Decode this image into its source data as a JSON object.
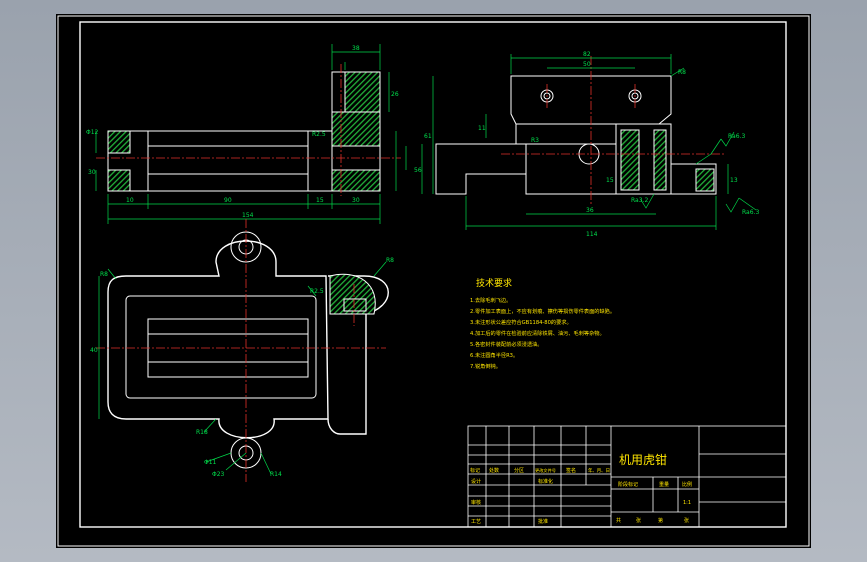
{
  "title_block": {
    "drawing_title": "机用虎钳",
    "scale_label": "比例",
    "scale_value": "1:1",
    "weight_label": "重量",
    "stage_label": "阶段标记",
    "sheet_total": "共",
    "sheet_unit": "张",
    "sheet_index": "第",
    "sheet_unit2": "张",
    "row_labels": [
      "标记",
      "处数",
      "分区",
      "更改文件号",
      "签名",
      "年、月、日"
    ],
    "design_label": "设计",
    "standard_label": "标准化",
    "review_label": "审核",
    "process_label": "工艺",
    "approve_label": "批准"
  },
  "tech_requirements": {
    "heading": "技术要求",
    "items": [
      "1.去除毛刺飞边。",
      "2.零件加工表面上，不应有划痕、擦伤等损伤零件表面的缺陷。",
      "3.未注形状公差应符合GB1184-80的要求。",
      "4.加工后的零件在检验前应清除铁屑、油污、毛刺等杂物。",
      "5.各密封件装配前必须浸透油。",
      "6.未注圆角半径R3。",
      "7.锐角倒钝。"
    ]
  },
  "dimensions": {
    "top_left_overall": "154",
    "top_left_mid": "90",
    "top_left_10": "10",
    "top_left_15": "15",
    "top_left_30": "30",
    "top_left_38": "38",
    "top_left_26": "26",
    "top_left_h30": "30",
    "top_left_phi": "Φ12",
    "top_left_r": "R2.5",
    "top_right_82": "82",
    "top_right_50": "50",
    "top_right_r8": "R8",
    "top_right_r3": "R3",
    "top_right_11": "11",
    "top_right_61": "61",
    "top_right_56": "56",
    "top_right_36": "36",
    "top_right_114": "114",
    "top_right_15": "15",
    "top_right_13": "13",
    "rough_ra63": "Ra6.3",
    "rough_ra32": "Ra3.2",
    "rough_ra63b": "Ra6.3",
    "bottom_r8": "R8",
    "bottom_r8b": "R8",
    "bottom_r18": "R18",
    "bottom_r2": "R2.5",
    "bottom_40": "40",
    "bottom_phi11": "Φ11",
    "bottom_phi23": "Φ23",
    "bottom_r14": "R14"
  }
}
